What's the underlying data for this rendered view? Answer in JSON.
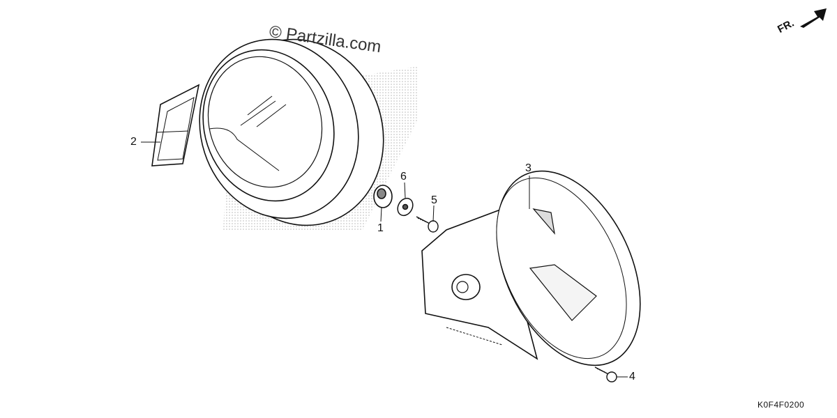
{
  "watermark": "© Partzilla.com",
  "diagram_code": "K0F4F0200",
  "direction_label": "FR.",
  "callouts": [
    "1",
    "2",
    "3",
    "4",
    "5",
    "6"
  ],
  "colors": {
    "line": "#111111",
    "shade": "#bdbdbd",
    "fill": "#ffffff"
  }
}
